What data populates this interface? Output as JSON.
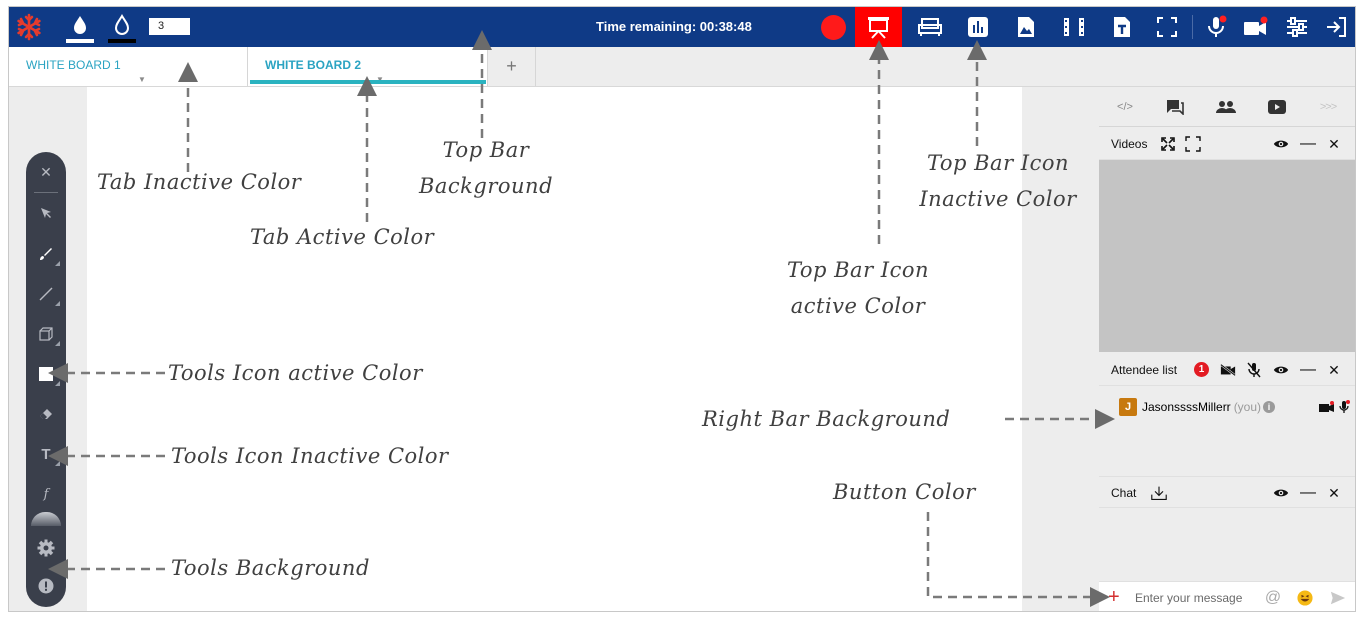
{
  "topbar": {
    "color_drop_white": "#ffffff",
    "color_drop_black": "#000000",
    "brush_size": "3",
    "timer_text": "Time remaining: 00:38:48",
    "background": "#0f3a86",
    "icon_active_bg": "#ff0000",
    "icons": [
      "record-icon",
      "presentation-icon",
      "sofa-icon",
      "poll-icon",
      "image-file-icon",
      "video-file-icon",
      "text-file-icon",
      "fullscreen-icon",
      "microphone-icon",
      "camera-icon",
      "settings-sliders-icon",
      "exit-icon"
    ]
  },
  "tabs": {
    "items": [
      {
        "label": "WHITE BOARD 1"
      },
      {
        "label": "WHITE BOARD 2"
      }
    ],
    "add_label": "+",
    "tab_color": "#2aa3c2",
    "active_underline": "#2ab3c0"
  },
  "tools": {
    "background": "#3a3f4b",
    "icon_inactive": "#b7bac2",
    "icon_active": "#ffffff",
    "items": [
      "close-icon",
      "pointer-icon",
      "brush-icon",
      "line-icon",
      "cube-icon",
      "square-icon",
      "eraser-icon",
      "text-icon",
      "formula-icon",
      "gear-icon",
      "alert-icon"
    ]
  },
  "rightpanel": {
    "tab_icons": [
      "code-icon",
      "chat-icon",
      "people-icon",
      "youtube-icon",
      "more-icon"
    ],
    "videos_title": "Videos",
    "attendee_title": "Attendee list",
    "attendee_count": "1",
    "attendee": {
      "initial": "J",
      "name": "JasonssssMillerr",
      "tag": "(you)"
    },
    "chat_title": "Chat",
    "chat_placeholder": "Enter your message",
    "button_color": "#d32f2f"
  },
  "annotations": {
    "tab_inactive": "Tab Inactive Color",
    "tab_active": "Tab Active Color",
    "topbar_bg_line1": "Top Bar",
    "topbar_bg_line2": "Background",
    "topbar_icon_inactive_line1": "Top Bar Icon",
    "topbar_icon_inactive_line2": "Inactive Color",
    "topbar_icon_active_line1": "Top Bar Icon",
    "topbar_icon_active_line2": "active Color",
    "tools_icon_active": "Tools Icon active Color",
    "tools_icon_inactive": "Tools Icon Inactive Color",
    "tools_background": "Tools Background",
    "right_bar_background": "Right Bar Background",
    "button_color": "Button Color"
  }
}
